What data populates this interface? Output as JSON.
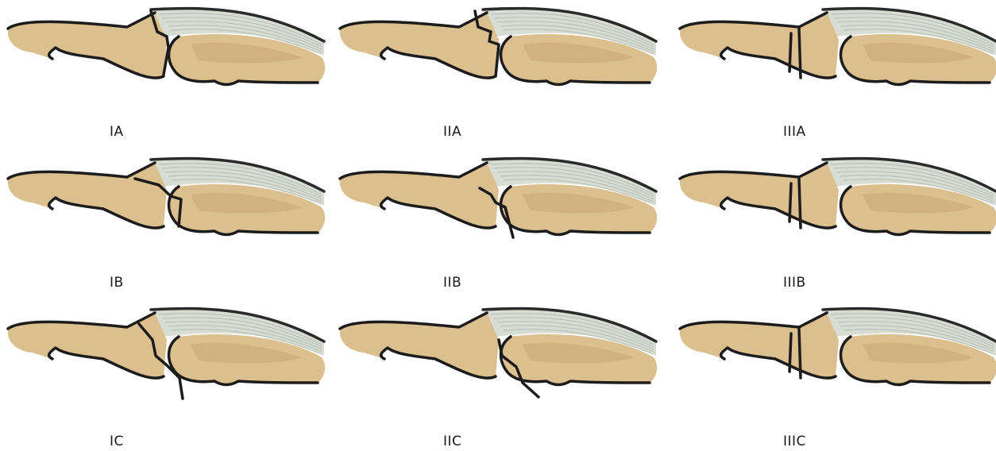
{
  "colors": {
    "bone": "#dcbf8e",
    "bone_shade": "#c9a673",
    "tendon": "#d8ddd3",
    "tendon_line": "#b9c2b7",
    "outline": "#1c1c1c"
  },
  "panels": [
    {
      "label": "IA"
    },
    {
      "label": "IIA"
    },
    {
      "label": "IIIA"
    },
    {
      "label": "IB"
    },
    {
      "label": "IIB"
    },
    {
      "label": "IIIB"
    },
    {
      "label": "IC"
    },
    {
      "label": "IIC"
    },
    {
      "label": "IIIC"
    }
  ]
}
